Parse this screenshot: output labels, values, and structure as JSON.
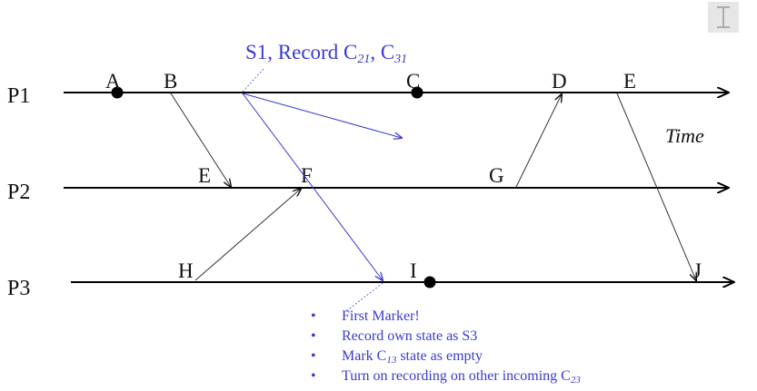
{
  "processes": [
    "P1",
    "P2",
    "P3"
  ],
  "time_label": "Time",
  "events": {
    "A": "A",
    "B": "B",
    "C": "C",
    "D": "D",
    "E1": "E",
    "E2": "E",
    "F": "F",
    "G": "G",
    "H": "H",
    "I": "I",
    "J": "J"
  },
  "snapshot_note": {
    "prefix": "S1, Record C",
    "sub1": "21",
    "mid": ", C",
    "sub2": "31"
  },
  "marker_notes": [
    {
      "text": "First Marker!"
    },
    {
      "text": "Record own state as S3"
    },
    {
      "pre": "Mark C",
      "sub": "13",
      "post": " state as empty"
    },
    {
      "pre": "Turn on recording on other incoming C",
      "sub": "23",
      "post": ""
    }
  ],
  "bullet": "•",
  "corner_icon": "text-cursor-icon",
  "colors": {
    "marker": "#3a3ad0",
    "line": "#000000"
  }
}
